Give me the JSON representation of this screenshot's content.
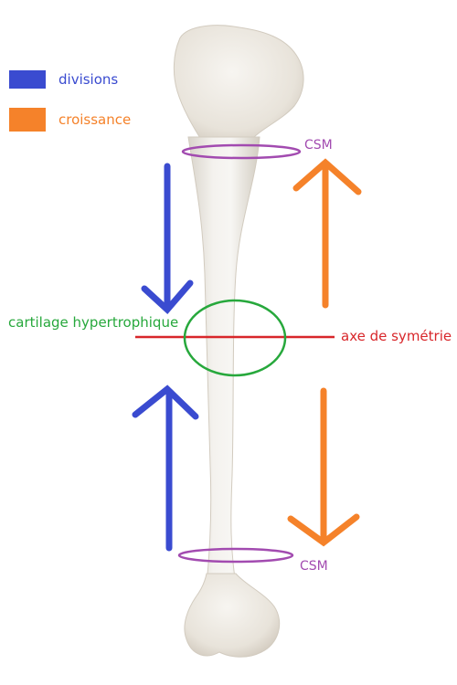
{
  "legend": [
    {
      "label": "divisions",
      "color": "#3a4bd0",
      "icon": "blue-swatch"
    },
    {
      "label": "croissance",
      "color": "#f5822a",
      "icon": "orange-swatch"
    }
  ],
  "labels": {
    "csm_top": "CSM",
    "csm_bottom": "CSM",
    "cartilage": "cartilage hypertrophique",
    "axe": "axe de symétrie"
  },
  "colors": {
    "divisions": "#3a4bd0",
    "croissance": "#f5822a",
    "csm": "#a24bb0",
    "cartilage": "#27a83c",
    "axe": "#d8262a",
    "bone_fill": "#ece8e1",
    "bone_edge": "#cfc8bd"
  }
}
